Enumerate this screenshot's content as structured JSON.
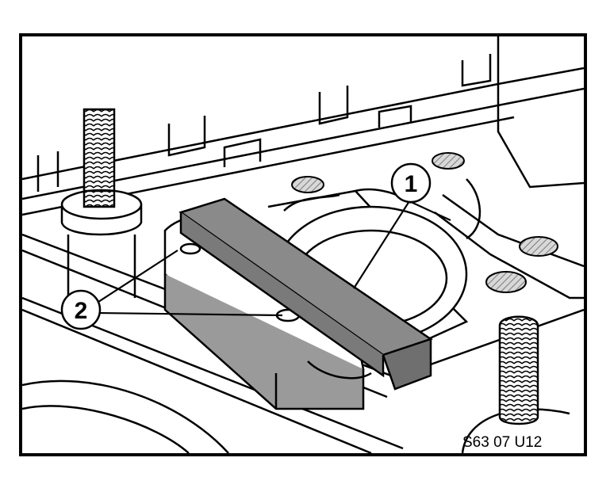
{
  "figure": {
    "callouts": [
      {
        "id": "1",
        "label": "1"
      },
      {
        "id": "2",
        "label": "2"
      }
    ],
    "reference_code": "S63 07 U12",
    "colors": {
      "line": "#000000",
      "background": "#ffffff",
      "tool_fill": "#8a8a8a",
      "tool_dark": "#6f6f6f",
      "hatch": "#b5b5b5"
    }
  }
}
